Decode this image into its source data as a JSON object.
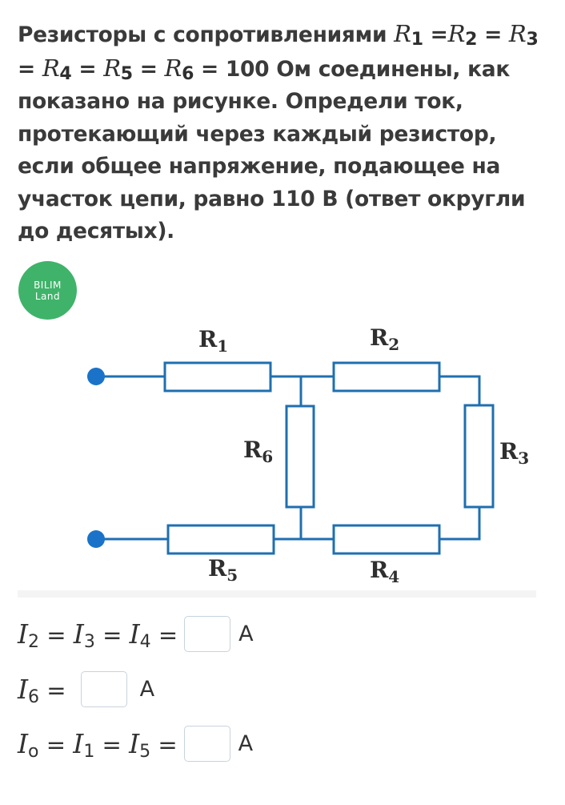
{
  "question": {
    "text_before": "Резисторы с сопротивлениями",
    "resistor_eq_sep": "=",
    "value_text": "= 100 Ом соединены, как показано на рисунке. Определи ток, протекающий через каждый резистор, если общее напряжение, подающее на участок цепи, равно 110 В (ответ округли до десятых).",
    "symbol": "R",
    "indices": [
      "1",
      "2",
      "3",
      "4",
      "5",
      "6"
    ]
  },
  "logo": {
    "line1": "BILIM",
    "line2": "Land"
  },
  "circuit": {
    "labels": {
      "r1": {
        "main": "R",
        "sub": "1"
      },
      "r2": {
        "main": "R",
        "sub": "2"
      },
      "r3": {
        "main": "R",
        "sub": "3"
      },
      "r4": {
        "main": "R",
        "sub": "4"
      },
      "r5": {
        "main": "R",
        "sub": "5"
      },
      "r6": {
        "main": "R",
        "sub": "6"
      }
    },
    "wire_color": "#1f6fb0",
    "terminal_color": "#1a73c8"
  },
  "answers": {
    "row1": {
      "sym": "I",
      "subs": [
        "2",
        "3",
        "4"
      ],
      "eq": "=",
      "value": "",
      "unit": "A"
    },
    "row2": {
      "sym": "I",
      "subs": [
        "6"
      ],
      "eq": "=",
      "value": "",
      "unit": "A"
    },
    "row3": {
      "sym": "I",
      "subs": [
        "o",
        "1",
        "5"
      ],
      "eq": "=",
      "value": "",
      "unit": "A"
    }
  }
}
